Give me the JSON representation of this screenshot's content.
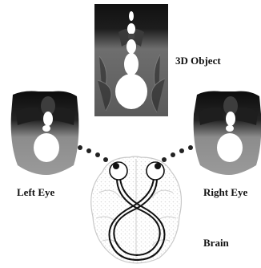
{
  "labels": {
    "object": "3D Object",
    "left_eye": "Left Eye",
    "right_eye": "Right Eye",
    "brain": "Brain"
  },
  "colors": {
    "ink": "#111111",
    "brain_outline": "#c8c8c8"
  },
  "icons": {
    "object": "3d-object-image",
    "eye_view": "eye-view-image",
    "eyeball": "eyeball-icon",
    "brain": "brain-icon"
  }
}
